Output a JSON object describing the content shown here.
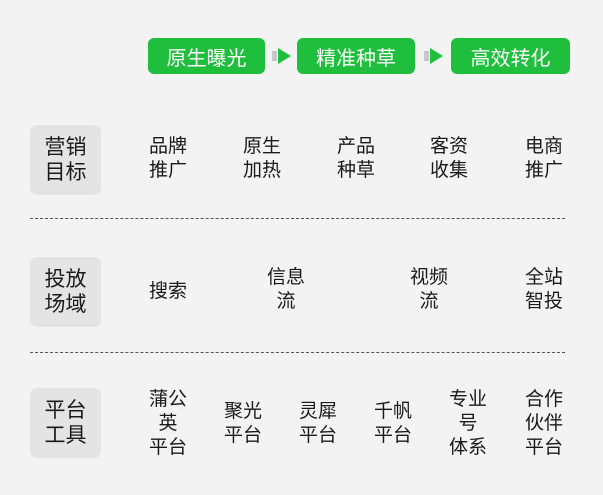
{
  "flow": [
    "原生曝光",
    "精准种草",
    "高效转化"
  ],
  "rows": [
    {
      "label": "营销\n目标",
      "items": [
        "品牌\n推广",
        "原生\n加热",
        "产品\n种草",
        "客资\n收集",
        "电商\n推广"
      ]
    },
    {
      "label": "投放\n场域",
      "items": [
        "搜索",
        "信息\n流",
        "视频\n流",
        "全站\n智投"
      ]
    },
    {
      "label": "平台\n工具",
      "items": [
        "蒲公\n英\n平台",
        "聚光\n平台",
        "灵犀\n平台",
        "千帆\n平台",
        "专业\n号\n体系",
        "合作\n伙伴\n平台"
      ]
    }
  ],
  "colors": {
    "accent": "#1fbe3c",
    "label_bg": "#e4e4e4"
  }
}
